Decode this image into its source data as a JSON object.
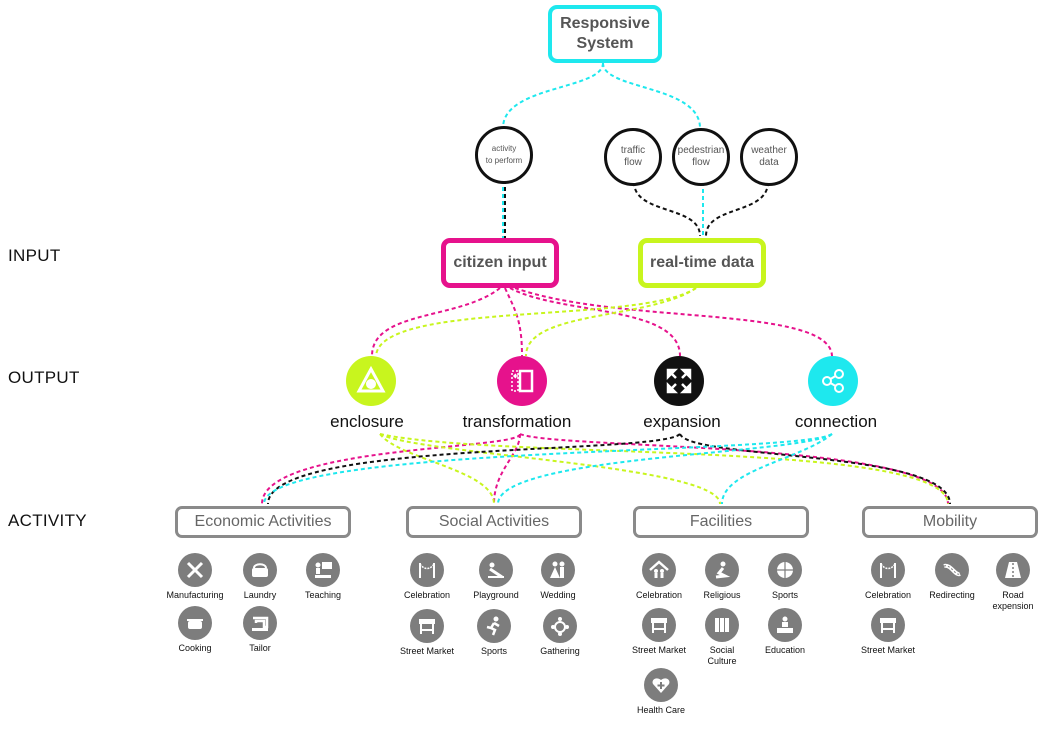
{
  "colors": {
    "cyan": "#1ee8ee",
    "magenta": "#e6128c",
    "lime": "#c8f51e",
    "black": "#111111",
    "grey": "#7d7d7d"
  },
  "rows": {
    "input": "INPUT",
    "output": "OUTPUT",
    "activity": "ACTIVITY"
  },
  "top": {
    "label": "Responsive\nSystem"
  },
  "sub_inputs": [
    {
      "label": "activity\nto perform"
    },
    {
      "label": "traffic\nflow"
    },
    {
      "label": "pedestrian\nflow"
    },
    {
      "label": "weather\ndata"
    }
  ],
  "inputs": [
    {
      "label": "citizen input"
    },
    {
      "label": "real-time data"
    }
  ],
  "outputs": [
    {
      "label": "enclosure",
      "icon": "triangle-enclosure-icon"
    },
    {
      "label": "transformation",
      "icon": "transform-panel-icon"
    },
    {
      "label": "expansion",
      "icon": "expand-arrows-icon"
    },
    {
      "label": "connection",
      "icon": "share-icon"
    }
  ],
  "categories": [
    {
      "label": "Economic Activities",
      "items": [
        {
          "label": "Manufacturing",
          "icon": "tools-icon"
        },
        {
          "label": "Laundry",
          "icon": "basket-icon"
        },
        {
          "label": "Teaching",
          "icon": "classroom-icon"
        },
        {
          "label": "Cooking",
          "icon": "pot-icon"
        },
        {
          "label": "Tailor",
          "icon": "sewing-machine-icon"
        }
      ]
    },
    {
      "label": "Social Activities",
      "items": [
        {
          "label": "Celebration",
          "icon": "garland-icon"
        },
        {
          "label": "Playground",
          "icon": "slide-icon"
        },
        {
          "label": "Wedding",
          "icon": "wedding-icon"
        },
        {
          "label": "Street Market",
          "icon": "market-stall-icon"
        },
        {
          "label": "Sports",
          "icon": "runner-icon"
        },
        {
          "label": "Gathering",
          "icon": "gathering-icon"
        }
      ]
    },
    {
      "label": "Facilities",
      "items": [
        {
          "label": "Celebration",
          "icon": "family-house-icon"
        },
        {
          "label": "Religious",
          "icon": "prayer-icon"
        },
        {
          "label": "Sports",
          "icon": "ball-icon"
        },
        {
          "label": "Street Market",
          "icon": "market-stall-icon"
        },
        {
          "label": "Social\nCulture",
          "icon": "books-icon"
        },
        {
          "label": "Education",
          "icon": "lecture-icon"
        },
        {
          "label": "Health Care",
          "icon": "heart-cross-icon"
        }
      ]
    },
    {
      "label": "Mobility",
      "items": [
        {
          "label": "Celebration",
          "icon": "garland-icon"
        },
        {
          "label": "Redirecting",
          "icon": "redirect-road-icon"
        },
        {
          "label": "Road\nexpension",
          "icon": "road-icon"
        },
        {
          "label": "Street Market",
          "icon": "market-stall-icon"
        }
      ]
    }
  ]
}
